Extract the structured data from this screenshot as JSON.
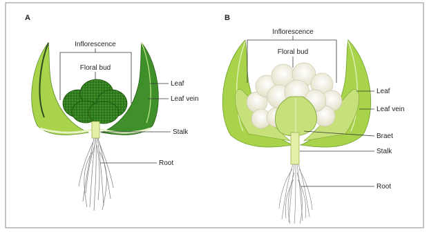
{
  "panels": {
    "a": {
      "letter": "A",
      "labels": {
        "inflorescence": "Inflorescence",
        "floral_bud": "Floral bud",
        "leaf": "Leaf",
        "leaf_vein": "Leaf vein",
        "stalk": "Stalk",
        "root": "Root"
      }
    },
    "b": {
      "letter": "B",
      "labels": {
        "inflorescence": "Inflorescence",
        "floral_bud": "Floral bud",
        "leaf": "Leaf",
        "leaf_vein": "Leaf vein",
        "bract": "Braet",
        "stalk": "Stalk",
        "root": "Root"
      }
    }
  },
  "colors": {
    "border": "#888888",
    "leaf_light": "#a8d34a",
    "leaf_dark": "#3f8f2a",
    "leaf_vein": "#e8f4c8",
    "broccoli": "#2f7d1e",
    "cauliflower": "#f4f1e2",
    "root": "#777777"
  }
}
